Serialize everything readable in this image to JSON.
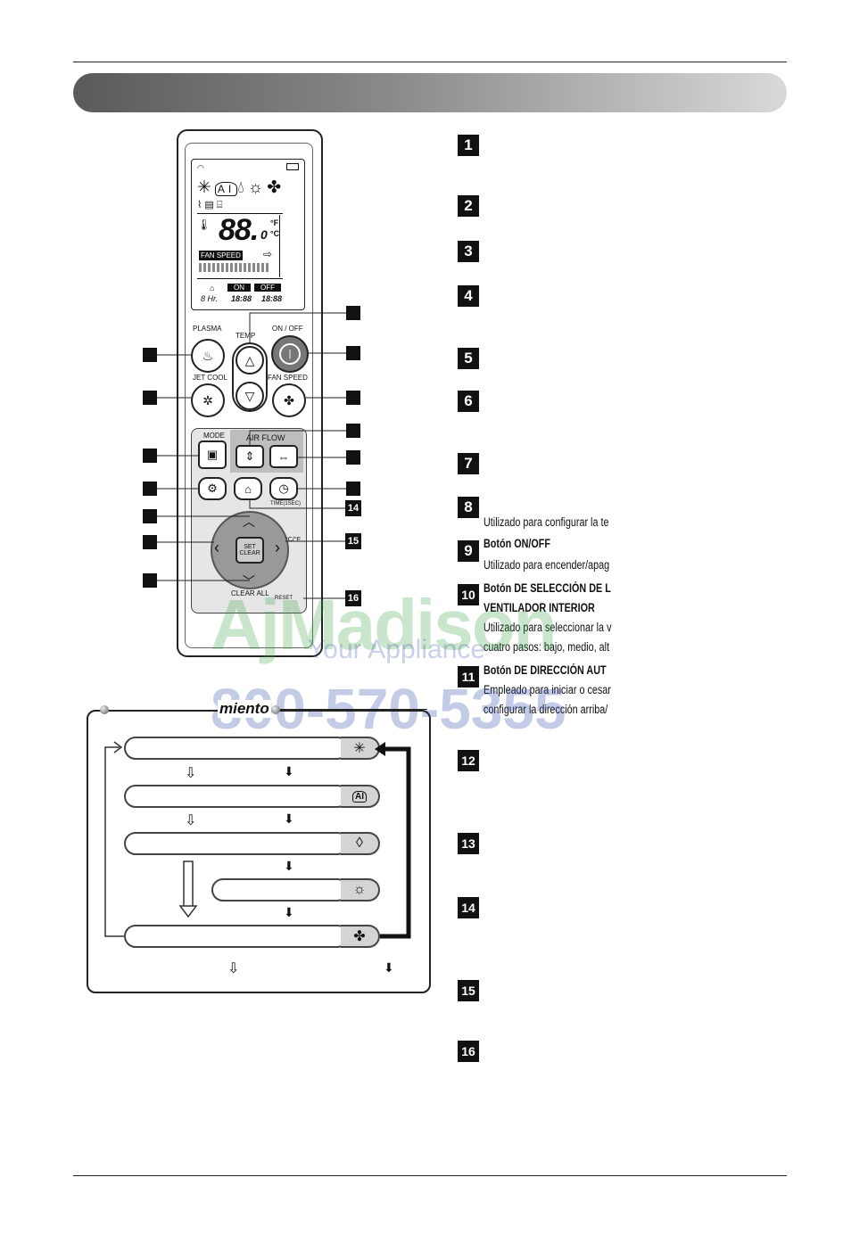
{
  "remote": {
    "lcd": {
      "icons": [
        "snowflake-icon",
        "ai-icon",
        "drop-icon",
        "sun-icon",
        "fan-icon"
      ],
      "temp_display": "88.",
      "temp_decimal": "0",
      "unit_f": "°F",
      "unit_c": "°C",
      "fan_speed": "FAN SPEED",
      "on": "ON",
      "off": "OFF",
      "timer_prefix": "8 Hr.",
      "timer_on": "18:88",
      "timer_off": "18:88"
    },
    "labels": {
      "plasma": "PLASMA",
      "temp": "TEMP",
      "onoff": "ON / OFF",
      "jetcool": "JET COOL",
      "fanspeed": "FAN SPEED",
      "mode": "MODE",
      "airflow": "AIR FLOW",
      "time": "TIME(1SEC)",
      "set": "SET",
      "clear": "CLEAR",
      "clearall": "CLEAR ALL",
      "reset": "RESET",
      "cf": "°C/°F"
    },
    "callouts": [
      "14",
      "15",
      "16"
    ]
  },
  "items": [
    {
      "num": "1"
    },
    {
      "num": "2"
    },
    {
      "num": "3"
    },
    {
      "num": "4"
    },
    {
      "num": "5"
    },
    {
      "num": "6"
    },
    {
      "num": "7"
    },
    {
      "num": "8",
      "desc": "Utilizado para configurar la te"
    },
    {
      "num": "9",
      "title": "Botón ON/OFF",
      "desc": "Utilizado para encender/apag"
    },
    {
      "num": "10",
      "title": "Botón DE SELECCIÓN DE L",
      "title2": "VENTILADOR INTERIOR",
      "desc": "Utilizado para seleccionar la v",
      "desc2": "cuatro pasos: bajo, medio, alt"
    },
    {
      "num": "11",
      "title": "Botón DE DIRECCIÓN AUT",
      "desc": "Empleado para iniciar o cesar",
      "desc2": "configurar la dirección arriba/"
    },
    {
      "num": "12"
    },
    {
      "num": "13"
    },
    {
      "num": "14"
    },
    {
      "num": "15"
    },
    {
      "num": "16"
    }
  ],
  "mode_panel": {
    "title": "miento"
  },
  "watermark": {
    "line1": "AjMadison",
    "line2": "Your Appliance",
    "line3": "800-570-5355"
  }
}
